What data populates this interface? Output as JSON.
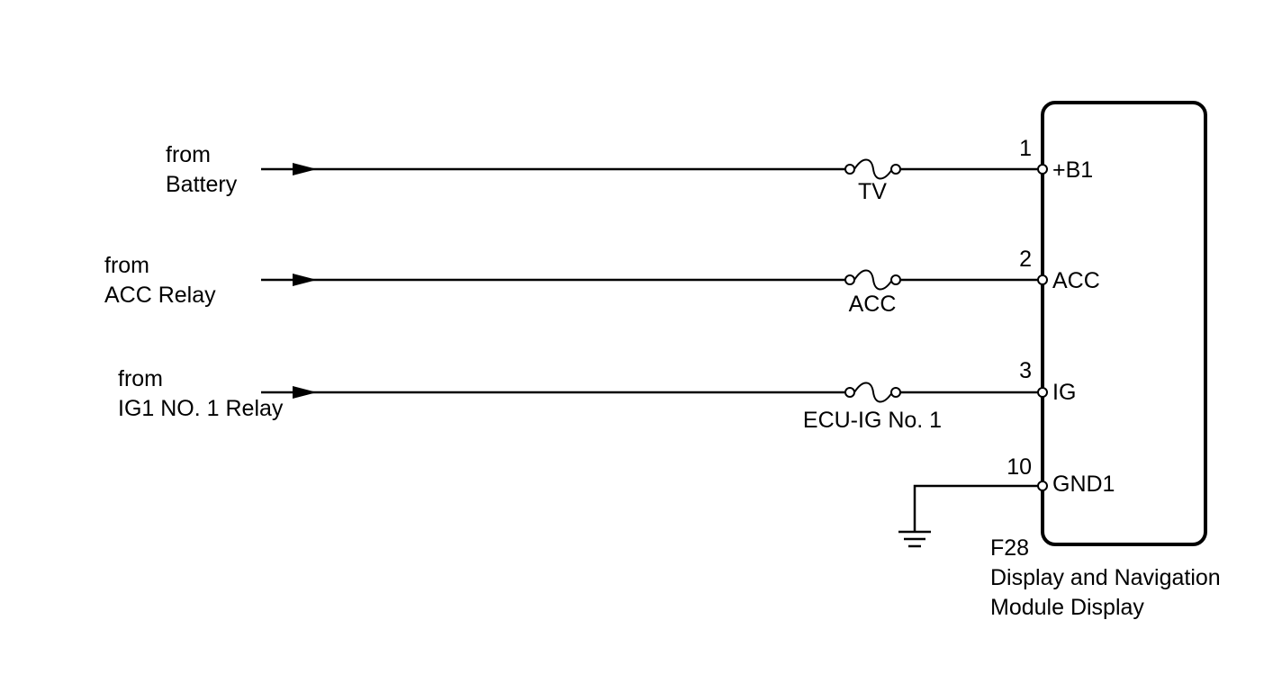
{
  "sources": [
    {
      "line1": "from",
      "line2": "Battery"
    },
    {
      "line1": "from",
      "line2": "ACC Relay"
    },
    {
      "line1": "from",
      "line2": "IG1 NO. 1 Relay"
    }
  ],
  "fuses": [
    "TV",
    "ACC",
    "ECU-IG No. 1"
  ],
  "pins": [
    {
      "number": "1",
      "name": "+B1"
    },
    {
      "number": "2",
      "name": "ACC"
    },
    {
      "number": "3",
      "name": "IG"
    },
    {
      "number": "10",
      "name": "GND1"
    }
  ],
  "component": {
    "code": "F28",
    "name_line1": "Display and Navigation",
    "name_line2": "Module Display"
  }
}
